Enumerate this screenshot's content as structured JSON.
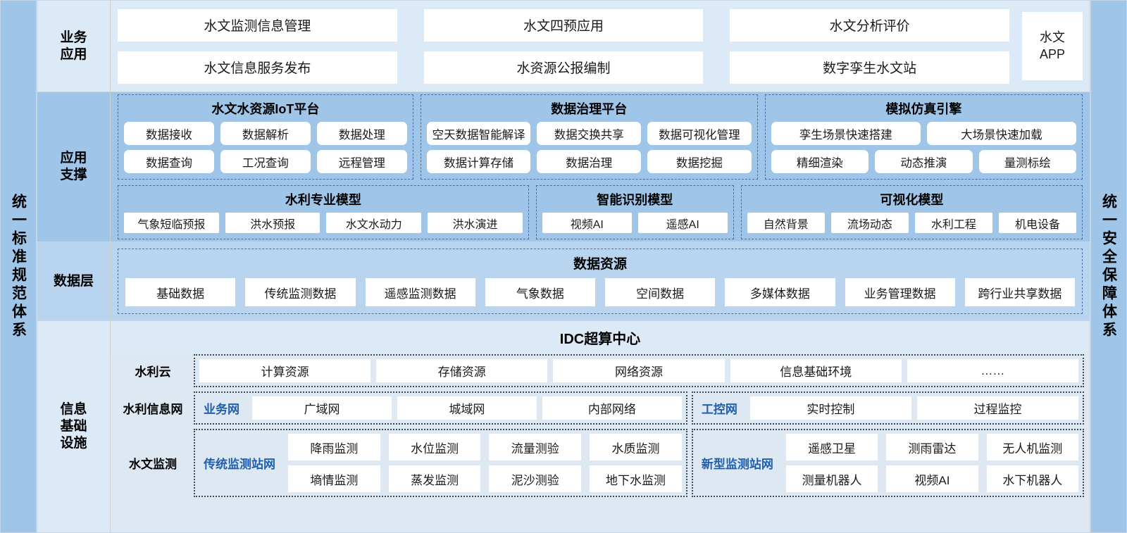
{
  "side_bands": {
    "left": "统一标准规范体系",
    "right": "统一安全保障体系"
  },
  "layers": [
    {
      "label": "业务\n应用",
      "business": {
        "col1": [
          "水文监测信息管理",
          "水文信息服务发布"
        ],
        "col2": [
          "水文四预应用",
          "水资源公报编制"
        ],
        "col3": [
          "水文分析评价",
          "数字孪生水文站"
        ],
        "app": "水文\nAPP"
      }
    },
    {
      "label": "应用\n支撑"
    },
    {
      "label": "数据层"
    },
    {
      "label": "信息\n基础\n设施"
    }
  ],
  "app_support": {
    "platforms": [
      {
        "title": "水文水资源IoT平台",
        "row1": [
          "数据接收",
          "数据解析",
          "数据处理"
        ],
        "row2": [
          "数据查询",
          "工况查询",
          "远程管理"
        ]
      },
      {
        "title": "数据治理平台",
        "row1": [
          "空天数据智能解译",
          "数据交换共享",
          "数据可视化管理"
        ],
        "row2": [
          "数据计算存储",
          "数据治理",
          "数据挖掘"
        ]
      },
      {
        "title": "模拟仿真引擎",
        "row1": [
          "孪生场景快速搭建",
          "大场景快速加载"
        ],
        "row2": [
          "精细渲染",
          "动态推演",
          "量测标绘"
        ]
      }
    ],
    "models": [
      {
        "title": "水利专业模型",
        "items": [
          "气象短临预报",
          "洪水预报",
          "水文水动力",
          "洪水演进"
        ]
      },
      {
        "title": "智能识别模型",
        "items": [
          "视频AI",
          "遥感AI"
        ]
      },
      {
        "title": "可视化模型",
        "items": [
          "自然背景",
          "流场动态",
          "水利工程",
          "机电设备"
        ]
      }
    ]
  },
  "data_layer": {
    "title": "数据资源",
    "items": [
      "基础数据",
      "传统监测数据",
      "遥感监测数据",
      "气象数据",
      "空间数据",
      "多媒体数据",
      "业务管理数据",
      "跨行业共享数据"
    ]
  },
  "infrastructure": {
    "idc_title": "IDC超算中心",
    "cloud": {
      "row_label": "水利云",
      "items": [
        "计算资源",
        "存储资源",
        "网络资源",
        "信息基础环境",
        "……"
      ]
    },
    "network": {
      "row_label": "水利信息网",
      "business_net": {
        "title": "业务网",
        "items": [
          "广域网",
          "城域网",
          "内部网络"
        ]
      },
      "industrial_net": {
        "title": "工控网",
        "items": [
          "实时控制",
          "过程监控"
        ]
      }
    },
    "monitoring": {
      "row_label": "水文监测",
      "traditional": {
        "title": "传统监测站网",
        "row1": [
          "降雨监测",
          "水位监测",
          "流量测验",
          "水质监测"
        ],
        "row2": [
          "墒情监测",
          "蒸发监测",
          "泥沙测验",
          "地下水监测"
        ]
      },
      "modern": {
        "title": "新型监测站网",
        "row1": [
          "遥感卫星",
          "测雨雷达",
          "无人机监测"
        ],
        "row2": [
          "测量机器人",
          "视频AI",
          "水下机器人"
        ]
      }
    }
  },
  "colors": {
    "band": "#9fc5e8",
    "layer_light": "#dce9f7",
    "layer_mid": "#9fc5e8",
    "layer_data": "#b9d4ef",
    "layer_infra": "#dee8f3",
    "accent_blue": "#1f5fae",
    "dash_border": "#4a6fa5"
  }
}
